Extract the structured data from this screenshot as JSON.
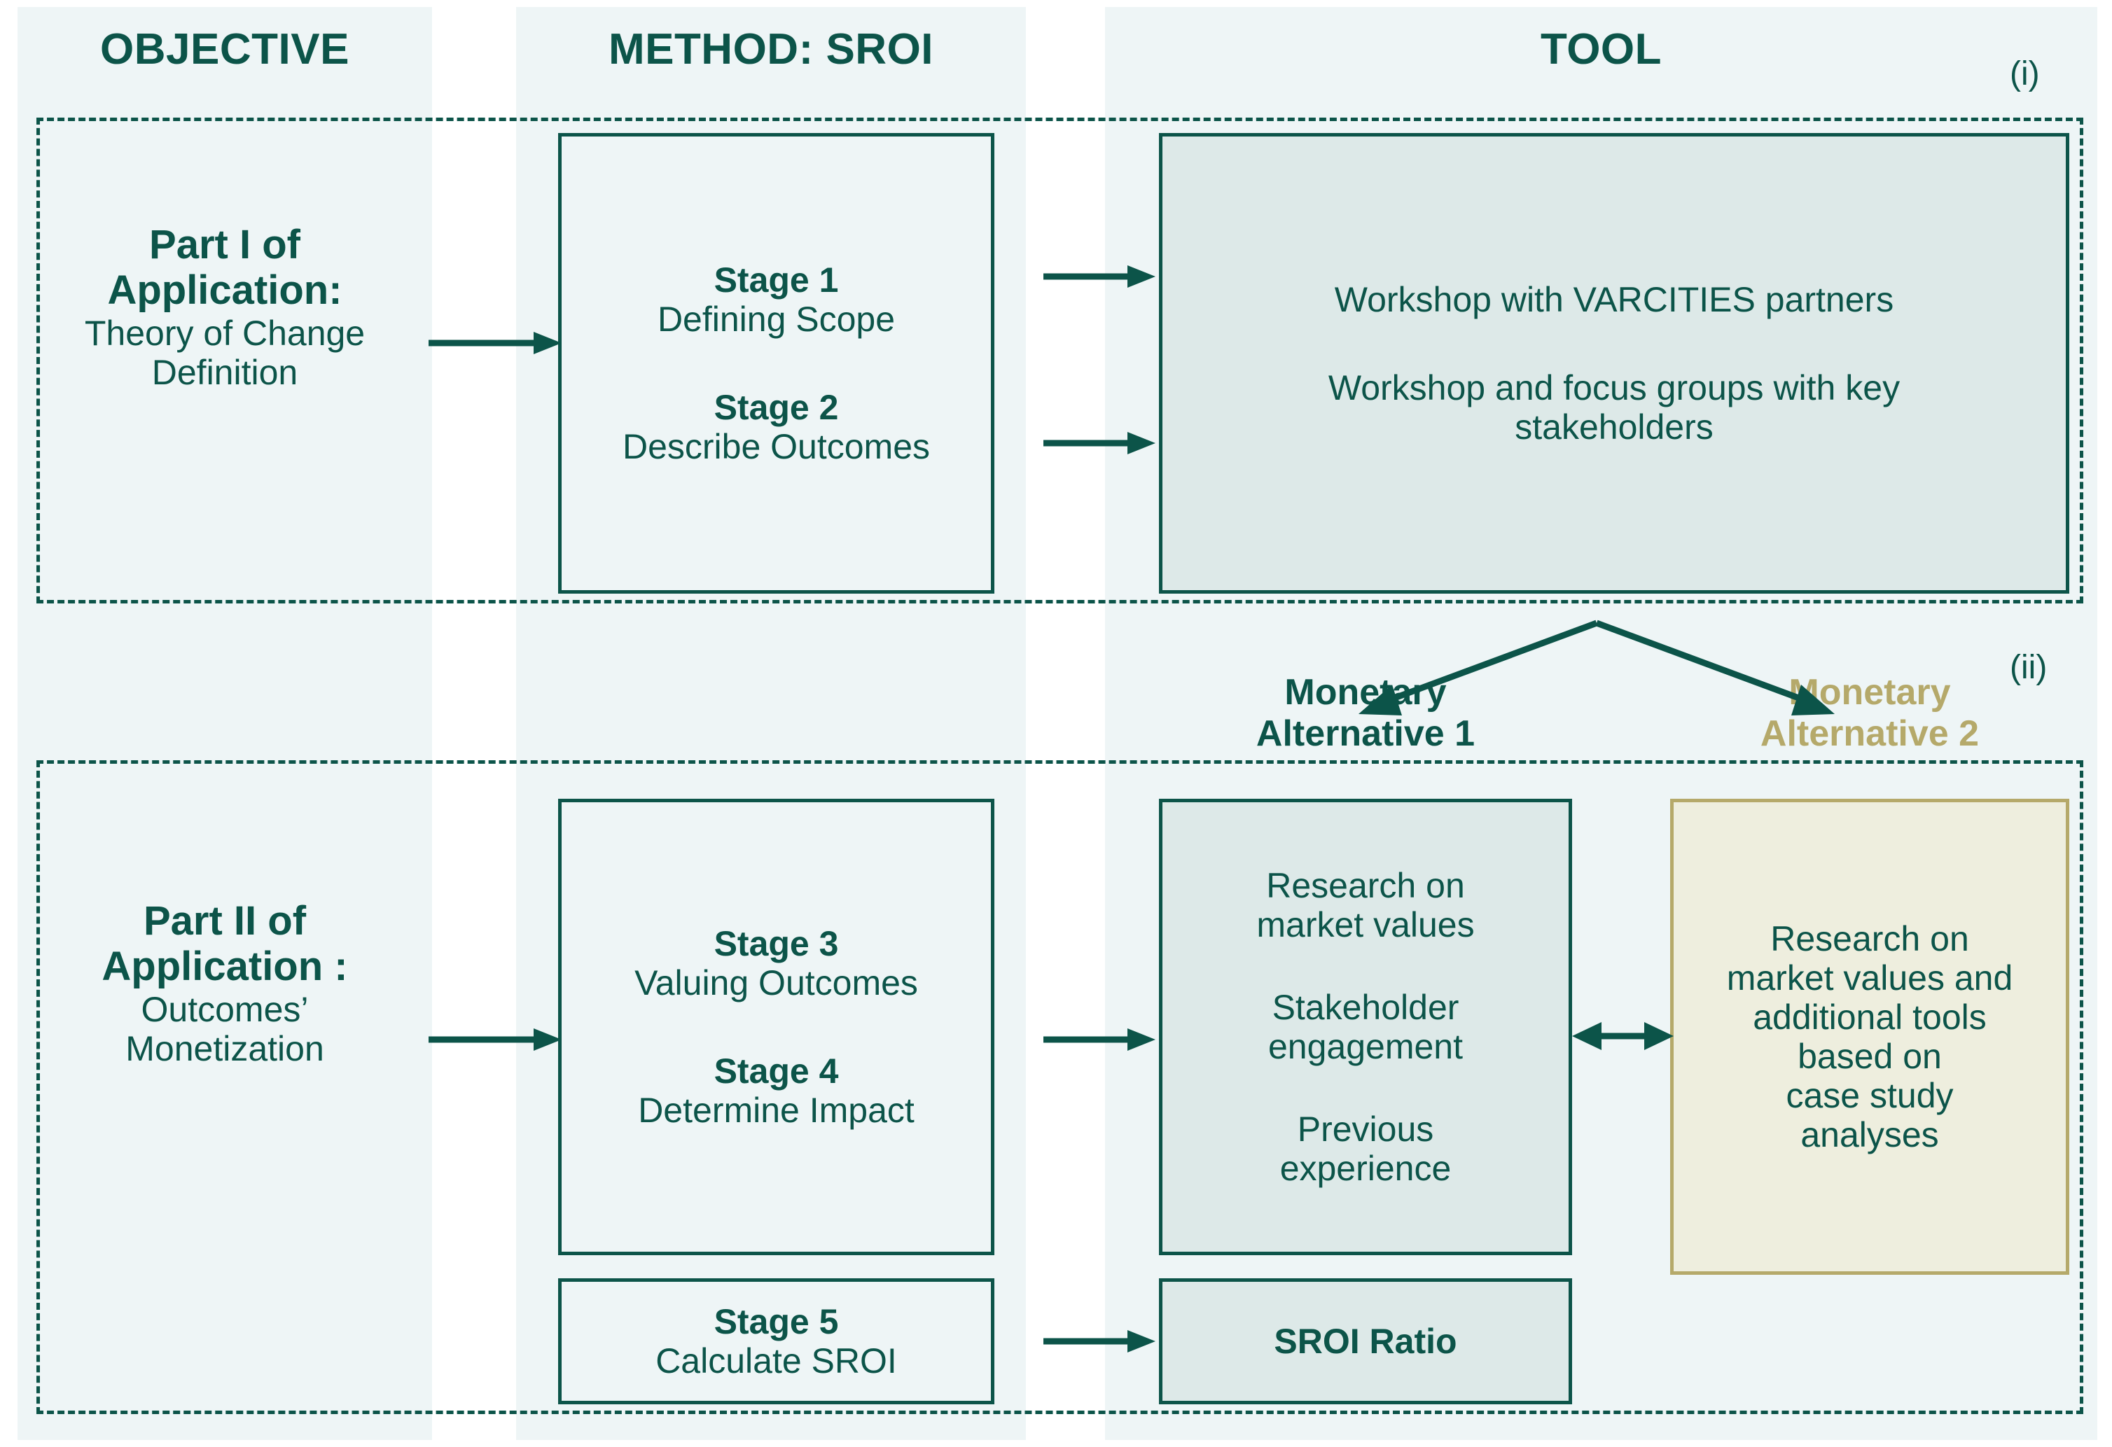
{
  "columns": {
    "objective": "OBJECTIVE",
    "method": "METHOD: SROI",
    "tool": "TOOL"
  },
  "markers": {
    "row1": "(i)",
    "row2": "(ii)"
  },
  "row1": {
    "objective": {
      "title_line1": "Part I of",
      "title_line2": "Application:",
      "subtitle_line1": "Theory of Change",
      "subtitle_line2": "Definition"
    },
    "method": {
      "stage1_label": "Stage 1",
      "stage1_text": "Defining Scope",
      "stage2_label": "Stage 2",
      "stage2_text": "Describe Outcomes"
    },
    "tool": {
      "item1": "Workshop with VARCITIES partners",
      "item2_line1": "Workshop and focus groups with key",
      "item2_line2": "stakeholders"
    }
  },
  "row2": {
    "objective": {
      "title_line1": "Part II of",
      "title_line2": "Application :",
      "subtitle_line1": "Outcomes’",
      "subtitle_line2": "Monetization"
    },
    "method": {
      "stage3_label": "Stage 3",
      "stage3_text": "Valuing Outcomes",
      "stage4_label": "Stage 4",
      "stage4_text": "Determine Impact",
      "stage5_label": "Stage 5",
      "stage5_text": "Calculate SROI"
    },
    "tool": {
      "alt1_caption_line1": "Monetary",
      "alt1_caption_line2": "Alternative 1",
      "alt2_caption_line1": "Monetary",
      "alt2_caption_line2": "Alternative 2",
      "alt1_item1_line1": "Research on",
      "alt1_item1_line2": "market values",
      "alt1_item2_line1": "Stakeholder",
      "alt1_item2_line2": "engagement",
      "alt1_item3_line1": "Previous",
      "alt1_item3_line2": "experience",
      "alt2_line1": "Research on",
      "alt2_line2": "market values and",
      "alt2_line3": "additional tools",
      "alt2_line4": "based on",
      "alt2_line5": "case study",
      "alt2_line6": "analyses",
      "sroi_ratio": "SROI Ratio"
    }
  },
  "colors": {
    "teal_dark": "#0c5449",
    "band_bg": "#eef5f6",
    "tool_fill": "#dde9e8",
    "gold": "#b5a96a",
    "gold_fill": "#eeeede"
  }
}
